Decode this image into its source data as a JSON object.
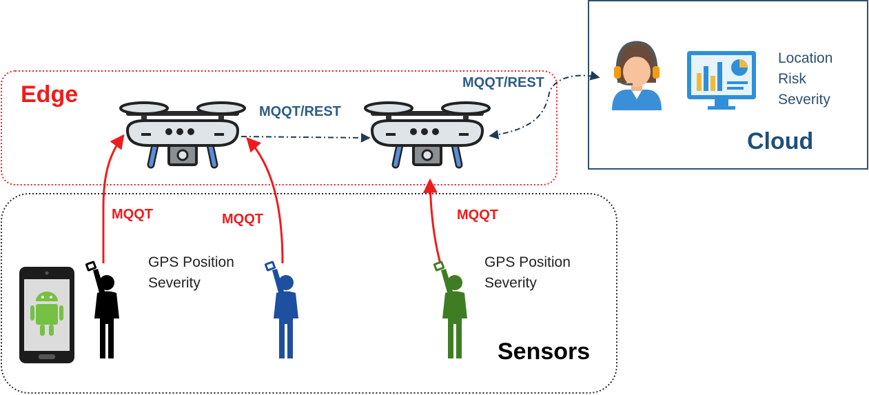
{
  "edge": {
    "title": "Edge"
  },
  "cloud": {
    "title": "Cloud",
    "info_lines": [
      "Location",
      "Risk",
      "Severity"
    ]
  },
  "sensors": {
    "title": "Sensors",
    "info_left": [
      "GPS Position",
      "Severity"
    ],
    "info_right": [
      "GPS Position",
      "Severity"
    ]
  },
  "protocols": {
    "drone_to_drone": "MQQT/REST",
    "drone_to_cloud": "MQQT/REST",
    "sensor_left": "MQQT",
    "sensor_middle": "MQQT",
    "sensor_right": "MQQT"
  },
  "colors": {
    "edge_red": "#ee1c1c",
    "cloud_blue": "#1f4e79",
    "protocol_blue": "#2e5b87",
    "person_black": "#000000",
    "person_blue": "#1e4fa0",
    "person_green": "#3f7d24",
    "android_green": "#76c043"
  },
  "icons": [
    "drone-icon",
    "operator-headset-icon",
    "dashboard-chart-icon",
    "android-phone-icon",
    "person-with-phone-icon"
  ]
}
